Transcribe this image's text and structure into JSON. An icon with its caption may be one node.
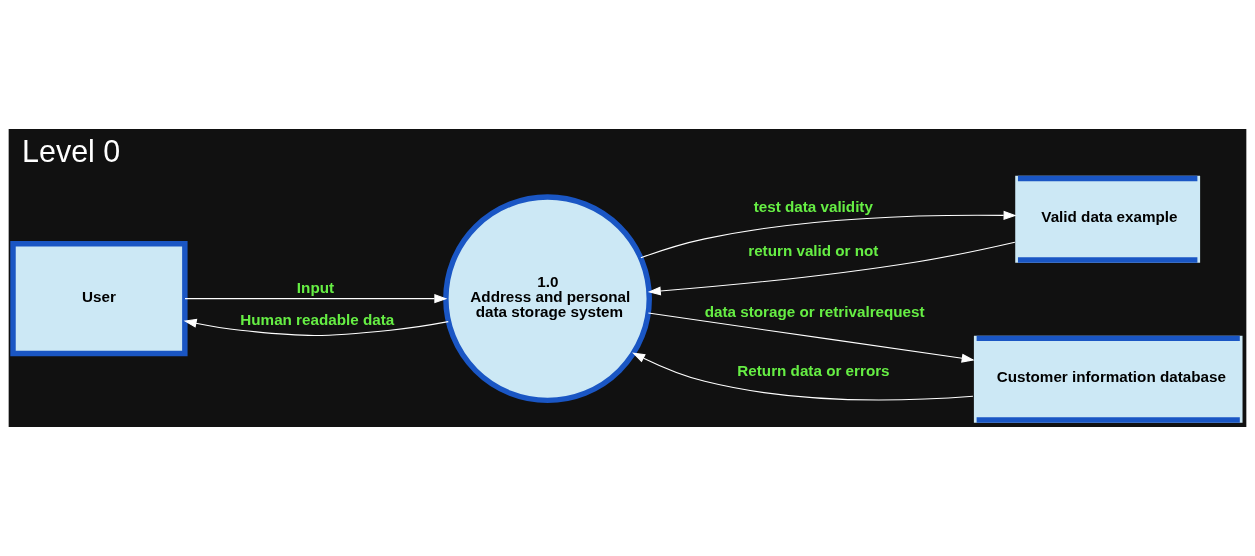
{
  "diagram": {
    "title": "Level 0",
    "nodes": [
      {
        "text": [
          "User"
        ]
      },
      {
        "text": [
          "Valid data example"
        ]
      },
      {
        "text": [
          "1.0",
          "Address and personal data storage system"
        ]
      },
      {
        "text": [
          "Customer information database"
        ]
      }
    ],
    "edges": [
      {
        "from": 0,
        "to": 2,
        "arrow": "to",
        "label": "Input"
      },
      {
        "from": 2,
        "to": 1,
        "arrow": "to",
        "label": "test data validity"
      },
      {
        "from": 1,
        "to": 2,
        "arrow": "to",
        "label": "return valid or not"
      },
      {
        "from": 2,
        "to": 3,
        "arrow": "to",
        "label": "data storage or retrivalrequest"
      },
      {
        "from": 3,
        "to": 2,
        "arrow": "to",
        "label": "Return data or errors"
      },
      {
        "from": 2,
        "to": 0,
        "arrow": "to",
        "label": "Human readable data"
      }
    ]
  }
}
